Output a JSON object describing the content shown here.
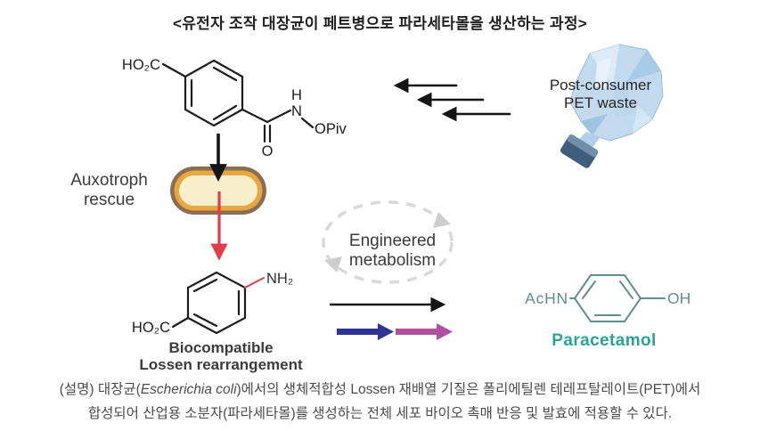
{
  "title": "<유전자 조작 대장균이 페트병으로 파라세타몰을 생산하는 과정>",
  "substrate": {
    "ho2c": "HO₂C",
    "h": "H",
    "n": "N",
    "o": "O",
    "opiv": "OPiv"
  },
  "pet_waste": {
    "line1": "Post-consumer",
    "line2": "PET waste"
  },
  "auxotroph": {
    "line1": "Auxotroph",
    "line2": "rescue"
  },
  "intermediate": {
    "nh2": "NH₂",
    "ho2c": "HO₂C",
    "label_line1": "Biocompatible",
    "label_line2": "Lossen rearrangement"
  },
  "metabolism": {
    "line1": "Engineered",
    "line2": "metabolism"
  },
  "product": {
    "achn": "AcHN",
    "oh": "OH",
    "name": "Paracetamol"
  },
  "caption": {
    "prefix": "(설명) 대장균(",
    "italic": "Escherichia coli",
    "line1_rest": ")에서의 생체적합성 Lossen 재배열 기질은 폴리에틸렌 테레프탈레이트(PET)에서",
    "line2": "합성되어 산업용 소분자(파라세타몰)를 생성하는 전체 세포 바이오 촉매 반응 및 발효에 적용할 수 있다."
  },
  "colors": {
    "line_black": "#1c1c1c",
    "red_arrow": "#e03e4d",
    "blue_arrow": "#2d3494",
    "magenta_arrow": "#b1509e",
    "teal_structure": "#5f8e8c",
    "teal_label": "#2aa396",
    "capsule_outer": "#8b6e52",
    "capsule_ring": "#e9a73f",
    "capsule_fill": "#f7eecb",
    "cycle_gray": "#d9d9d9",
    "bottle_blue": "#c3daee"
  }
}
